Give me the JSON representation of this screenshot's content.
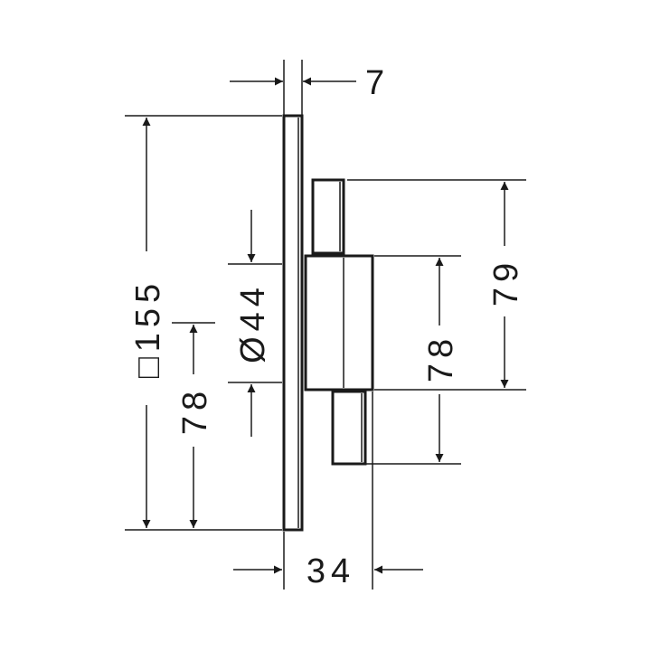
{
  "colors": {
    "line": "#1a1a1a",
    "background": "#ffffff"
  },
  "dimensions": {
    "plate_thickness": "7",
    "plate_size": "□155",
    "plate_half_height": "78",
    "button_diameter": "Ø44",
    "body_depth": "34",
    "upper_offset": "79",
    "lower_offset": "78"
  }
}
